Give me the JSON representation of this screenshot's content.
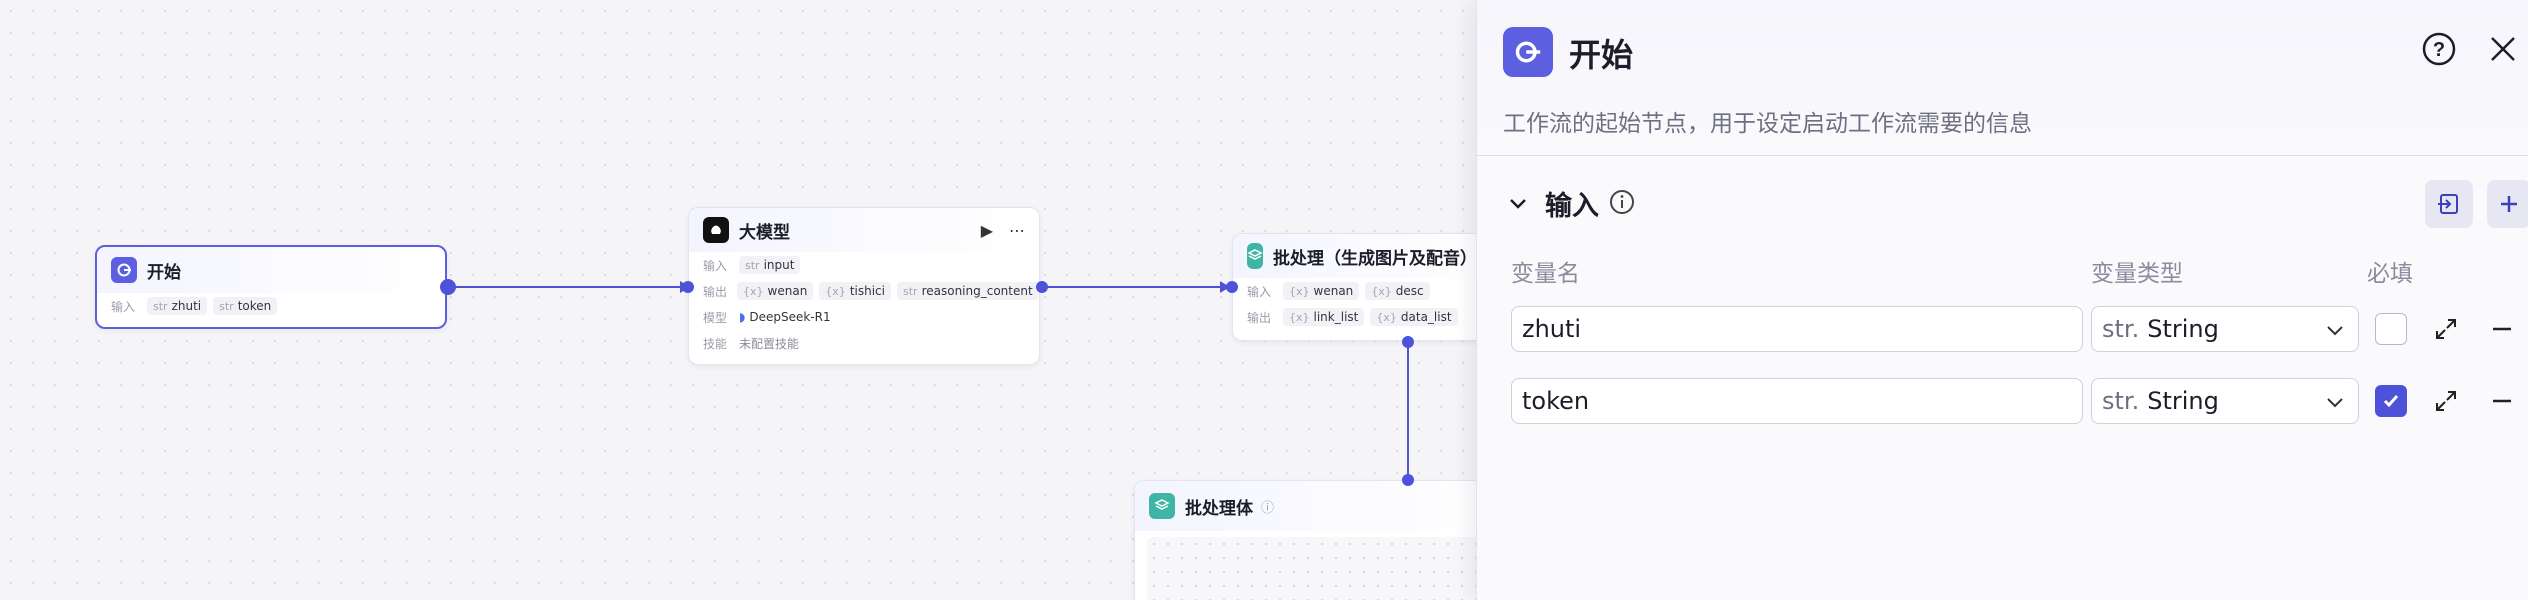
{
  "canvas": {
    "nodes": {
      "start": {
        "title": "开始",
        "input_label": "输入",
        "inputs": [
          {
            "type": "str",
            "name": "zhuti"
          },
          {
            "type": "str",
            "name": "token"
          }
        ]
      },
      "llm": {
        "title": "大模型",
        "input_label": "输入",
        "inputs": [
          {
            "type": "str",
            "name": "input"
          }
        ],
        "output_label": "输出",
        "outputs": [
          {
            "type": "{x}",
            "name": "wenan"
          },
          {
            "type": "{x}",
            "name": "tishici"
          },
          {
            "type": "str",
            "name": "reasoning_content"
          }
        ],
        "model_label": "模型",
        "model_value": "DeepSeek-R1",
        "skill_label": "技能",
        "skill_value": "未配置技能"
      },
      "batch": {
        "title": "批处理（生成图片及配音）",
        "input_label": "输入",
        "inputs": [
          {
            "type": "{x}",
            "name": "wenan"
          },
          {
            "type": "{x}",
            "name": "desc"
          }
        ],
        "output_label": "输出",
        "outputs": [
          {
            "type": "{x}",
            "name": "link_list"
          },
          {
            "type": "{x}",
            "name": "data_list"
          }
        ]
      },
      "batch_body": {
        "title": "批处理体"
      }
    }
  },
  "panel": {
    "title": "开始",
    "description": "工作流的起始节点，用于设定启动工作流需要的信息",
    "section_title": "输入",
    "columns": {
      "name": "变量名",
      "type": "变量类型",
      "required": "必填"
    },
    "variables": [
      {
        "name": "zhuti",
        "type_prefix": "str.",
        "type": "String",
        "required": false
      },
      {
        "name": "token",
        "type_prefix": "str.",
        "type": "String",
        "required": true
      }
    ]
  },
  "colors": {
    "accent": "#4e52d9",
    "batch_icon": "#3fb5a5",
    "llm_icon": "#111111"
  }
}
